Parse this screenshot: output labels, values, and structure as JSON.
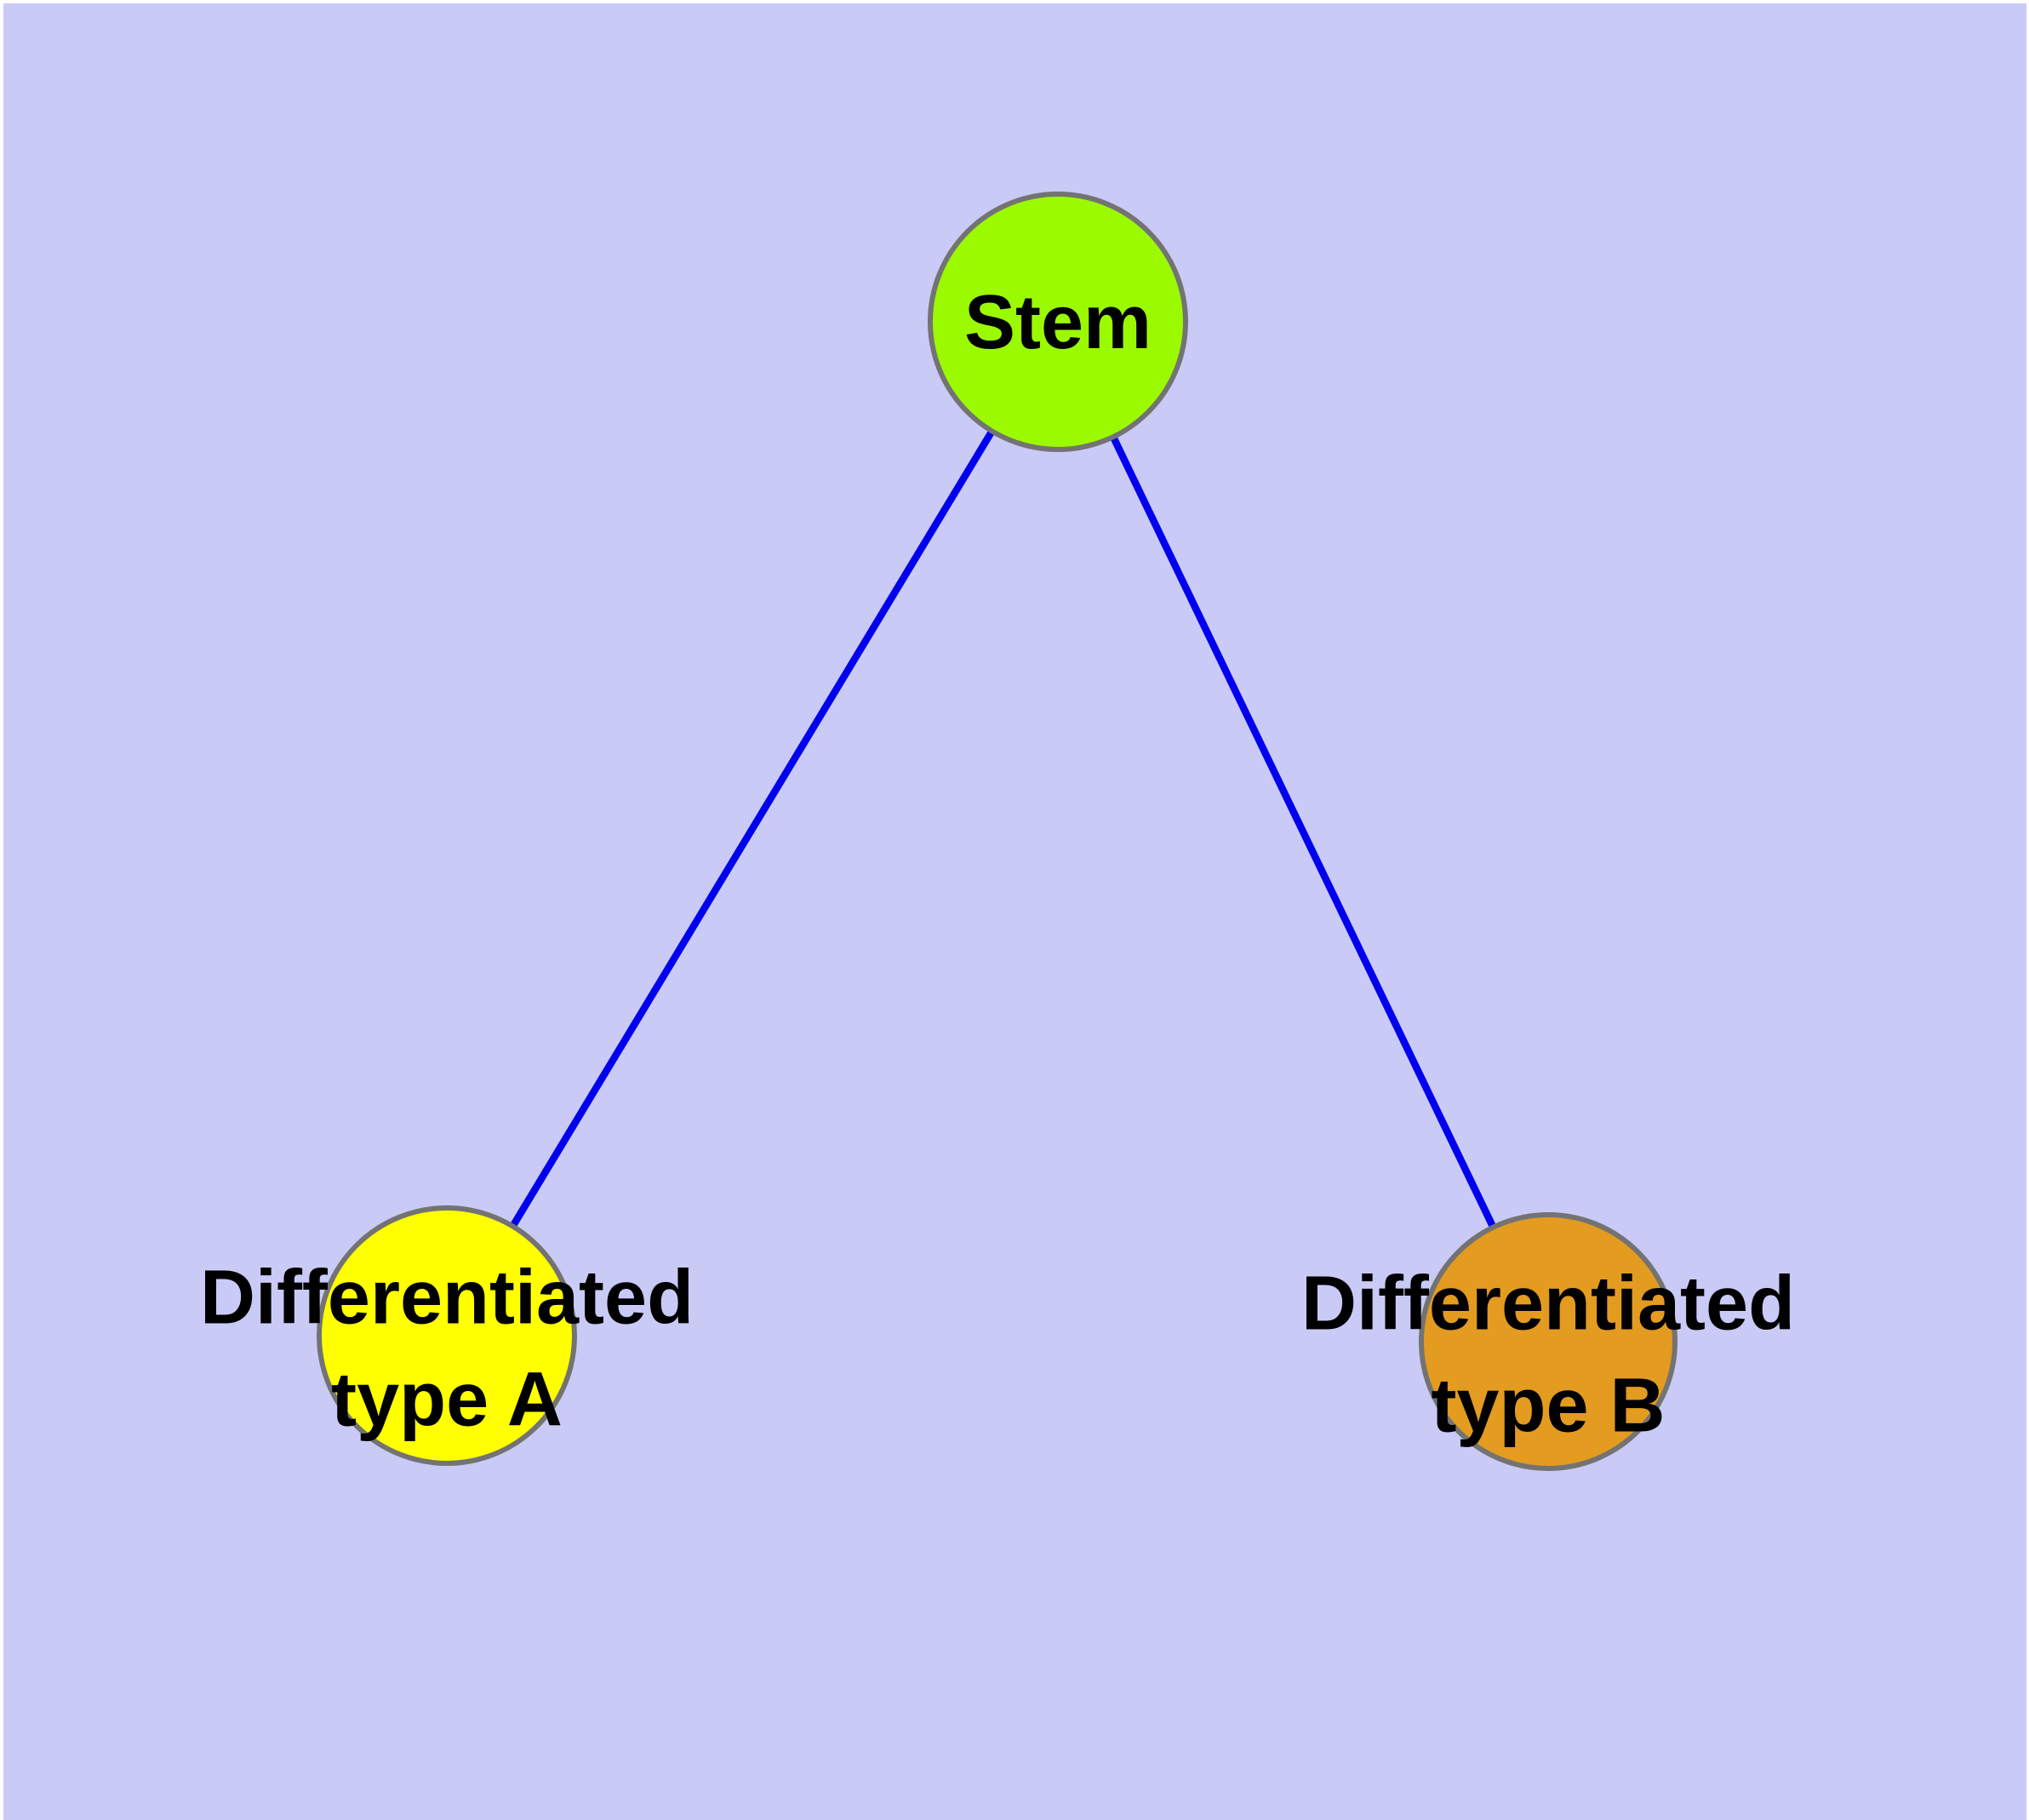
{
  "canvas": {
    "background": "#CACAF7",
    "frame_color": "#FFFFFF"
  },
  "graph": {
    "type": "node-link-diagram",
    "edge_color": "#0000EE",
    "node_border_color": "#737373",
    "label_color": "#000000",
    "nodes": {
      "stem": {
        "label": "Stem",
        "fill": "#9BFA00"
      },
      "type_a": {
        "label": "Differentiated\ntype A",
        "fill": "#FFFF00"
      },
      "type_b": {
        "label": "Differentiated\ntype B",
        "fill": "#E39B20"
      }
    },
    "edges": [
      {
        "from": "stem",
        "to": "type_a"
      },
      {
        "from": "stem",
        "to": "type_b"
      }
    ]
  }
}
